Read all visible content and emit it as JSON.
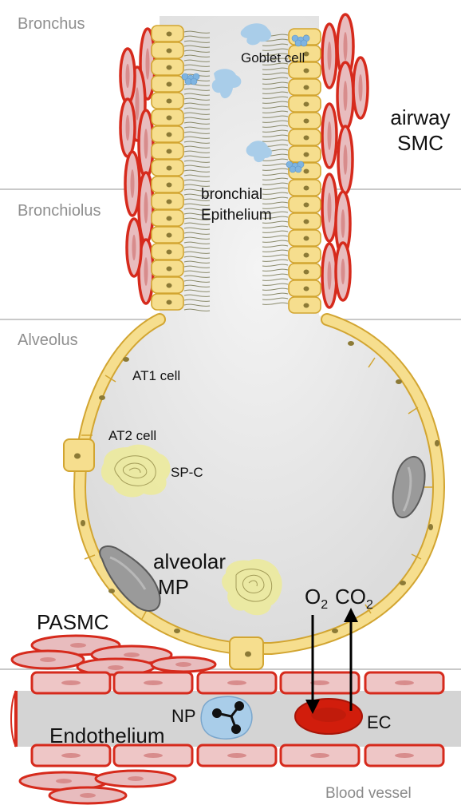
{
  "sections": {
    "bronchus": "Bronchus",
    "bronchiolus": "Bronchiolus",
    "alveolus": "Alveolus"
  },
  "labels": {
    "goblet_cell": "Goblet cell",
    "airway_smc_line1": "airway",
    "airway_smc_line2": "SMC",
    "bronchial_epithelium_line1": "bronchial",
    "bronchial_epithelium_line2": "Epithelium",
    "at1_cell": "AT1 cell",
    "at2_cell": "AT2 cell",
    "sp_c": "SP-C",
    "alveolar_mp_line1": "alveolar",
    "alveolar_mp_line2": "MP",
    "o2_base": "O",
    "o2_sub": "2",
    "co2_base": "CO",
    "co2_sub": "2",
    "pasmc": "PASMC",
    "np": "NP",
    "ec": "EC",
    "endothelium": "Endothelium",
    "blood_vessel": "Blood vessel"
  },
  "colors": {
    "smc_fill": "#e8bcbe",
    "smc_border": "#d62a1c",
    "epithelium_fill": "#f6de8e",
    "epithelium_border": "#d2a531",
    "nucleus": "#8c7a36",
    "lumen": "#e6e6e6",
    "mucus": "#a9cde9",
    "surfactant": "#ecea9c",
    "macrophage": "#8f8f8f",
    "red_blood_cell": "#d11d0c",
    "vessel_lumen": "#d4d4d4"
  }
}
